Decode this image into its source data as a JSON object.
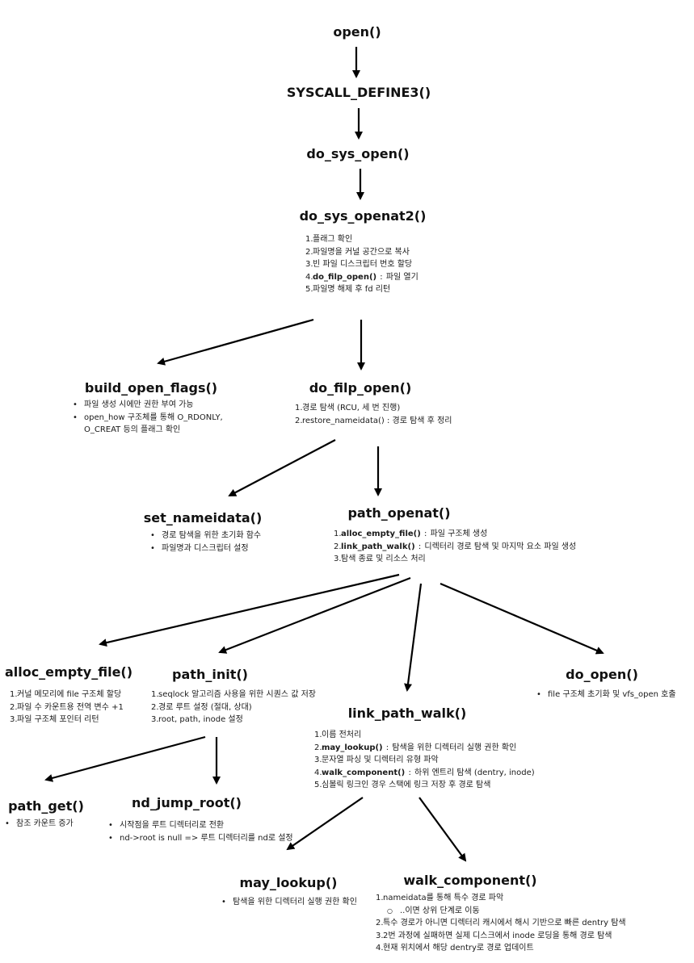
{
  "nodes": {
    "open": {
      "title": "open()"
    },
    "syscall_define3": {
      "title": "SYSCALL_DEFINE3()"
    },
    "do_sys_open": {
      "title": "do_sys_open()"
    },
    "do_sys_openat2": {
      "title": "do_sys_openat2()",
      "steps": [
        {
          "num": "1.",
          "text": "플래그 확인"
        },
        {
          "num": "2.",
          "text": "파일명을 커널 공간으로 복사"
        },
        {
          "num": "3.",
          "text": "빈 파일 디스크립터 번호 할당"
        },
        {
          "num": "4.",
          "fn": "do_filp_open()",
          "text": "파일 열기"
        },
        {
          "num": "5.",
          "text": "파일명 해제 후 fd 리턴"
        }
      ]
    },
    "build_open_flags": {
      "title": "build_open_flags()",
      "bullets": [
        "파일 생성 시에만 권한 부여 가능",
        "open_how  구조체를  통해  O_RDONLY,"
      ],
      "continuation": "O_CREAT 등의 플래그 확인"
    },
    "do_filp_open": {
      "title": "do_filp_open()",
      "steps": [
        {
          "num": "1.",
          "text": "경로 탐색 (RCU, 세 번 진행)"
        },
        {
          "num": "2.",
          "text": "restore_nameidata() : 경로 탐색 후 정리"
        }
      ]
    },
    "set_nameidata": {
      "title": "set_nameidata()",
      "bullets": [
        "경로 탐색을 위한 초기화 함수",
        "파일명과 디스크립터 설정"
      ]
    },
    "path_openat": {
      "title": "path_openat()",
      "steps": [
        {
          "num": "1.",
          "fn": "alloc_empty_file()",
          "text": "파일 구조체 생성"
        },
        {
          "num": "2.",
          "fn": "link_path_walk()",
          "text": "디렉터리 경로 탐색 및 마지막 요소 파일 생성"
        },
        {
          "num": "3.",
          "text": "탐색 종료 및 리소스 처리"
        }
      ]
    },
    "alloc_empty_file": {
      "title": "alloc_empty_file()",
      "steps": [
        {
          "num": "1.",
          "text": "커널 메모리에 file 구조체 할당"
        },
        {
          "num": "2.",
          "text": "파일 수 카운트용 전역 변수 +1"
        },
        {
          "num": "3.",
          "text": "파일 구조체 포인터 리턴"
        }
      ]
    },
    "path_init": {
      "title": "path_init()",
      "steps": [
        {
          "num": "1.",
          "text": "seqlock 알고리즘 사용을 위한 시퀀스 값 저장"
        },
        {
          "num": "2.",
          "text": "경로 루트 설정 (절대, 상대)"
        },
        {
          "num": "3.",
          "text": "root, path, inode 설정"
        }
      ]
    },
    "do_open": {
      "title": "do_open()",
      "bullets": [
        "file 구조체 초기화 및 vfs_open 호출"
      ]
    },
    "link_path_walk": {
      "title": "link_path_walk()",
      "steps": [
        {
          "num": "1.",
          "text": "이름 전처리"
        },
        {
          "num": "2.",
          "fn": "may_lookup()",
          "text": "탐색을 위한 디렉터리 실행 권한 확인"
        },
        {
          "num": "3.",
          "text": "문자열 파싱 및 디렉터리 유형 파악"
        },
        {
          "num": "4.",
          "fn": "walk_component()",
          "text": "하위 엔트리 탐색 (dentry, inode)"
        },
        {
          "num": "5.",
          "text": "심볼릭 링크인 경우 스택에 링크 저장 후 경로 탐색"
        }
      ]
    },
    "path_get": {
      "title": "path_get()",
      "bullets": [
        "참조 카운트 증가"
      ]
    },
    "nd_jump_root": {
      "title": "nd_jump_root()",
      "bullets": [
        "시작점을 루트 디렉터리로 전환",
        "nd->root is null => 루트 디렉터리를 nd로 설정"
      ]
    },
    "may_lookup": {
      "title": "may_lookup()",
      "bullets": [
        "탐색을 위한 디렉터리 실행 권한 확인"
      ]
    },
    "walk_component": {
      "title": "walk_component()",
      "step1": {
        "num": "1.",
        "text": "nameidata를 통해 특수 경로 파악"
      },
      "sub": "..이면 상위 단계로 이동",
      "steps": [
        {
          "num": "2.",
          "text": "특수 경로가 아니면 디렉터리 캐시에서 해시 기반으로 빠른 dentry 탐색"
        },
        {
          "num": "3.",
          "text": "2번 과정에 실패하면 실제 디스크에서 inode 로딩을 통해 경로 탐색"
        },
        {
          "num": "4.",
          "text": "현재 위치에서 해당 dentry로 경로 업데이트"
        }
      ]
    }
  }
}
